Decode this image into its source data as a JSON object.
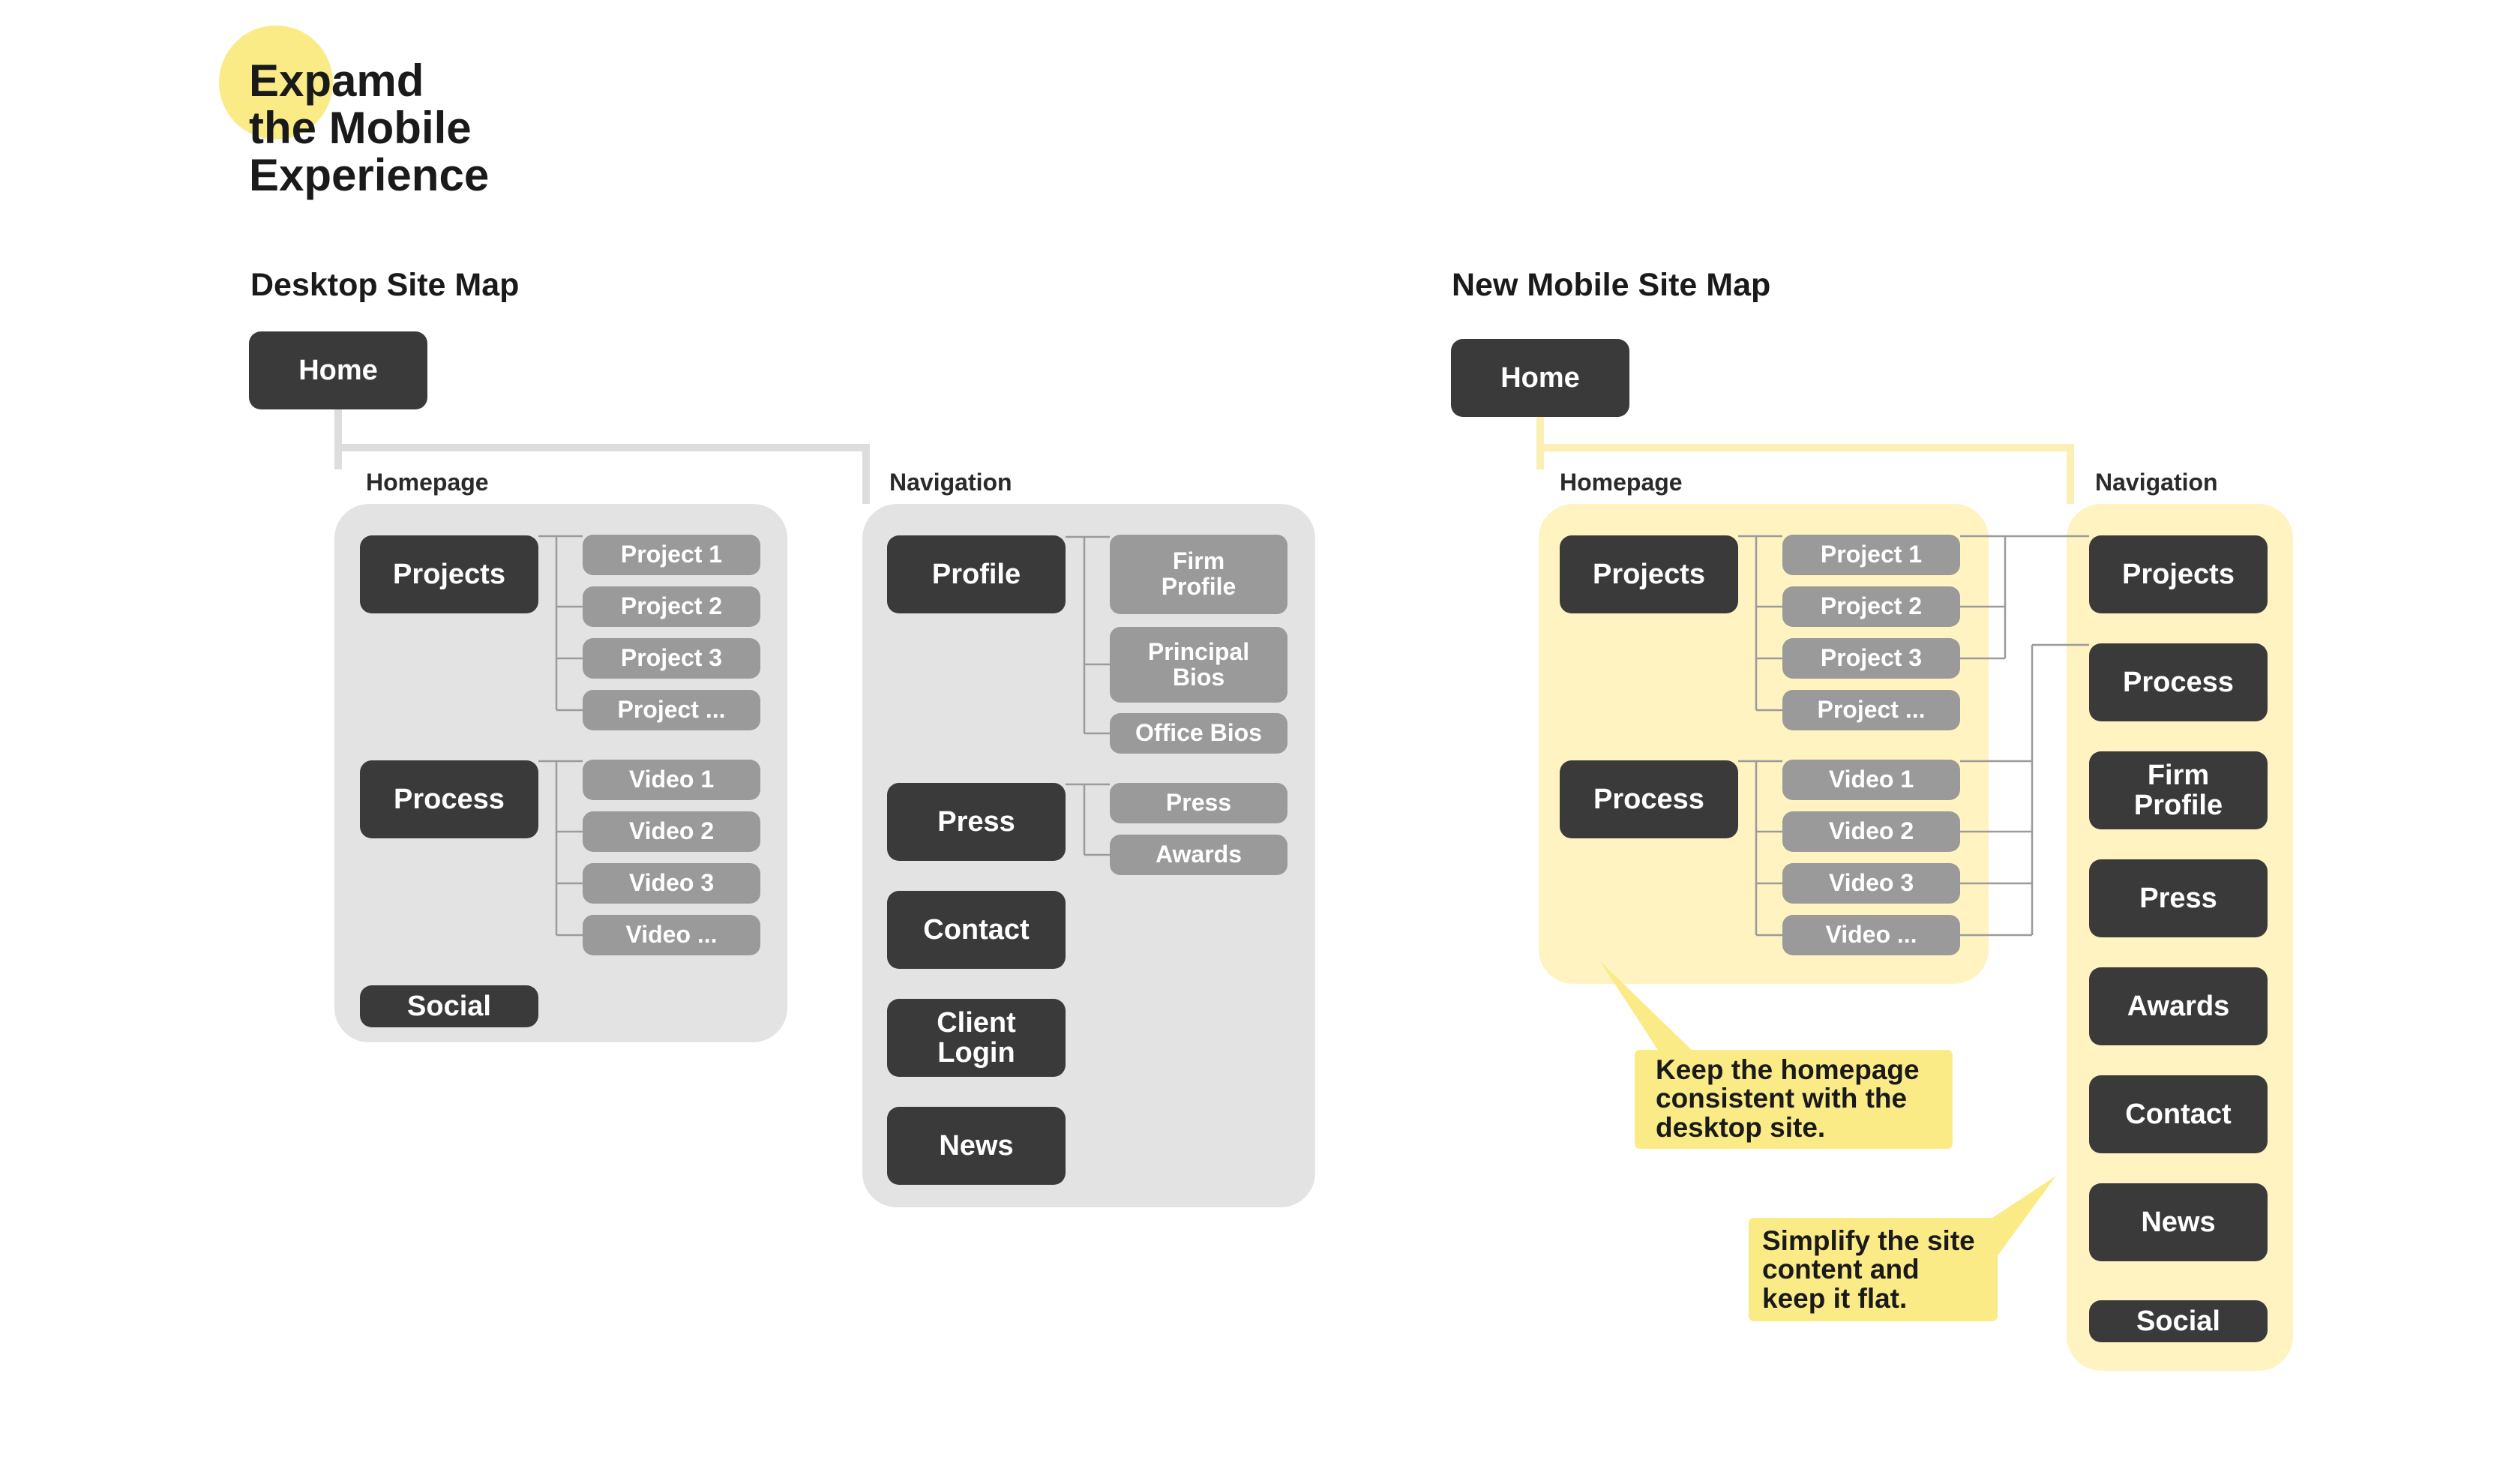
{
  "title": "Expamd\nthe Mobile\nExperience",
  "colors": {
    "dark_node": "#3a3a3a",
    "light_node": "#9a9a9a",
    "gray_panel": "#e3e3e3",
    "yellow_panel": "#fff3c2",
    "yellow_accent": "#fbeb86",
    "callout": "#fbeb86"
  },
  "desktop": {
    "title": "Desktop Site Map",
    "home": "Home",
    "homepage_label": "Homepage",
    "navigation_label": "Navigation",
    "projects": "Projects",
    "project_items": [
      "Project 1",
      "Project 2",
      "Project 3",
      "Project ..."
    ],
    "process": "Process",
    "video_items": [
      "Video 1",
      "Video 2",
      "Video 3",
      "Video ..."
    ],
    "social": "Social",
    "profile": "Profile",
    "profile_items": [
      "Firm\nProfile",
      "Principal\nBios",
      "Office Bios"
    ],
    "press": "Press",
    "press_items": [
      "Press",
      "Awards"
    ],
    "contact": "Contact",
    "client_login": "Client\nLogin",
    "news": "News"
  },
  "mobile": {
    "title": "New Mobile Site Map",
    "home": "Home",
    "homepage_label": "Homepage",
    "navigation_label": "Navigation",
    "projects": "Projects",
    "project_items": [
      "Project 1",
      "Project 2",
      "Project 3",
      "Project ..."
    ],
    "process": "Process",
    "video_items": [
      "Video 1",
      "Video 2",
      "Video 3",
      "Video ..."
    ],
    "nav_items": [
      "Projects",
      "Process",
      "Firm\nProfile",
      "Press",
      "Awards",
      "Contact",
      "News",
      "Social"
    ],
    "callout_homepage": "Keep the homepage\nconsistent with the\ndesktop site.",
    "callout_flat": "Simplify the site\ncontent and\nkeep it flat."
  }
}
